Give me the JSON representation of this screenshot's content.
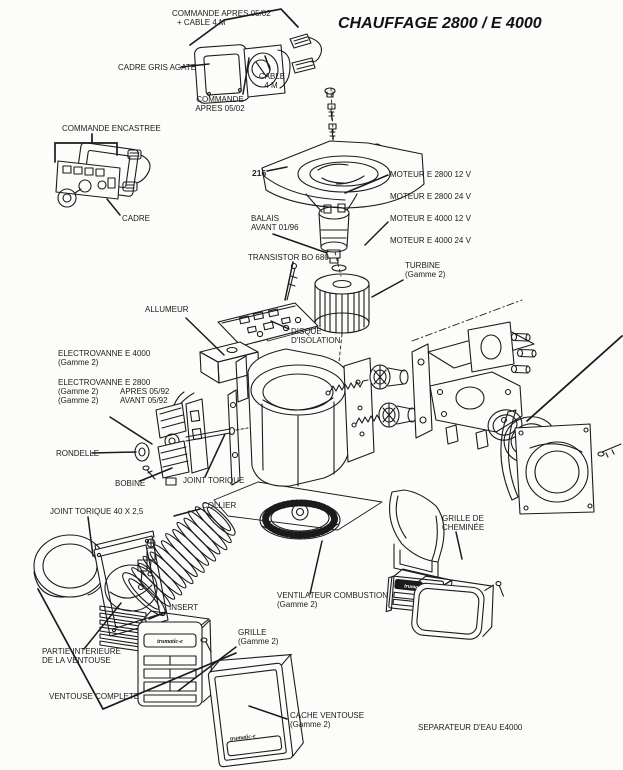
{
  "title": "CHAUFFAGE 2800 / E 4000",
  "brand": {
    "trumatic": "trumatic-e",
    "truma": "truma"
  },
  "parts": {
    "commande_cable": {
      "line1": "COMMANDE APRES 05/02",
      "line2": "+ CABLE 4 M"
    },
    "cadre_gris_agate": {
      "line1": "CADRE GRIS AGATE"
    },
    "cable_4m": {
      "line1": "CABLE",
      "line2": "4 M"
    },
    "commande_apres": {
      "line1": "COMMANDE",
      "line2": "APRES 05/02"
    },
    "commande_encastree": {
      "line1": "COMMANDE ENCASTREE"
    },
    "cadre": {
      "line1": "CADRE"
    },
    "ref_216": {
      "line1": "216"
    },
    "moteur_2800_12": {
      "line1": "MOTEUR E 2800 12 V"
    },
    "moteur_2800_24": {
      "line1": "MOTEUR E 2800 24 V"
    },
    "moteur_4000_12": {
      "line1": "MOTEUR E 4000 12 V"
    },
    "moteur_4000_24": {
      "line1": "MOTEUR E 4000 24 V"
    },
    "balais": {
      "line1": "BALAIS",
      "line2": "AVANT 01/96"
    },
    "transistor": {
      "line1": "TRANSISTOR BO 680"
    },
    "turbine": {
      "line1": "TURBINE",
      "line2": "(Gamme 2)"
    },
    "allumeur": {
      "line1": "ALLUMEUR"
    },
    "disque_isolation": {
      "line1": "DISQUE",
      "line2": "D'ISOLATION"
    },
    "electrovanne_4000": {
      "line1": "ELECTROVANNE E 4000",
      "line2": "(Gamme 2)"
    },
    "electrovanne_2800": {
      "line1": "ELECTROVANNE E 2800",
      "line2": "(Gamme 2)",
      "line2b": "APRES 05/92",
      "line3": "(Gamme 2)",
      "line3b": "AVANT 05/92"
    },
    "rondelle": {
      "line1": "RONDELLE"
    },
    "bobine": {
      "line1": "BOBINE"
    },
    "joint_torique": {
      "line1": "JOINT TORIQUE"
    },
    "joint_torique_40": {
      "line1": "JOINT TORIQUE 40 X 2,5"
    },
    "collier": {
      "line1": "COLLIER"
    },
    "insert": {
      "line1": "INSERT"
    },
    "partie_interieure": {
      "line1": "PARTIE INTERIEURE",
      "line2": "DE LA VENTOUSE"
    },
    "ventouse_complete": {
      "line1": "VENTOUSE COMPLETE"
    },
    "grille": {
      "line1": "GRILLE",
      "line2": "(Gamme 2)"
    },
    "ventilateur_combustion": {
      "line1": "VENTILATEUR COMBUSTION",
      "line2": "(Gamme 2)"
    },
    "grille_cheminee": {
      "line1": "GRILLE DE",
      "line2": "CHEMINÉE"
    },
    "cache_ventouse": {
      "line1": "CACHE VENTOUSE",
      "line2": "(Gamme 2)"
    },
    "separateur_eau": {
      "line1": "SEPARATEUR D'EAU E4000"
    }
  }
}
